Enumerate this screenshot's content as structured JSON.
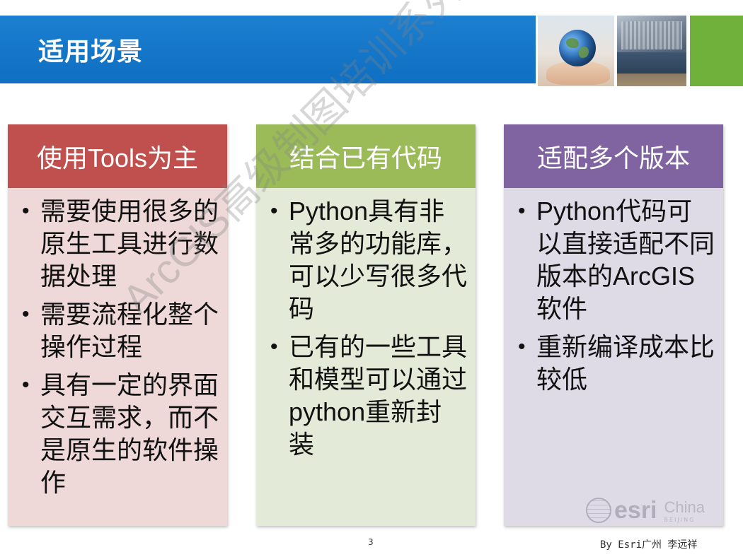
{
  "slide": {
    "title": "适用场景",
    "page_number": "3",
    "byline": "By Esri广州 李远祥",
    "watermark": "ArcGIS高级制图培训系列 By李远祥",
    "logo": {
      "brand": "esri",
      "region": "China",
      "city": "BEIJING"
    }
  },
  "cards": [
    {
      "header": "使用Tools为主",
      "color": "#c0504d",
      "bullets": [
        "需要使用很多的原生工具进行数据处理",
        "需要流程化整个操作过程",
        "具有一定的界面交互需求，而不是原生的软件操作"
      ]
    },
    {
      "header": "结合已有代码",
      "color": "#9bbb59",
      "bullets": [
        "Python具有非常多的功能库，可以少写很多代码",
        "已有的一些工具和模型可以通过python重新封装"
      ]
    },
    {
      "header": "适配多个版本",
      "color": "#8064a2",
      "bullets": [
        "Python代码可以直接适配不同版本的ArcGIS软件",
        "重新编译成本比较低"
      ]
    }
  ],
  "images": [
    "globe-in-hands-photo",
    "coastal-city-aerial-photo"
  ],
  "accent_colors": {
    "title_bar": "#0f6fc2",
    "green_block": "#6fb13b"
  }
}
